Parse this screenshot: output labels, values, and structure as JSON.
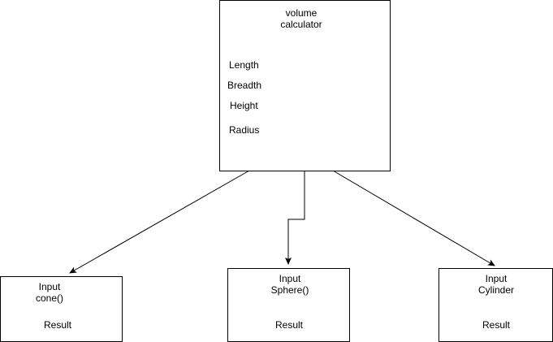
{
  "main_box": {
    "title_line1": "volume",
    "title_line2": "calculator",
    "fields": [
      "Length",
      "Breadth",
      "Height",
      "Radius"
    ]
  },
  "boxes": [
    {
      "input_label": "Input",
      "function_label": "cone()",
      "result_label": "Result"
    },
    {
      "input_label": "Input",
      "function_label": "Sphere()",
      "result_label": "Result"
    },
    {
      "input_label": "Input",
      "function_label": "Cylinder",
      "result_label": "Result"
    }
  ]
}
